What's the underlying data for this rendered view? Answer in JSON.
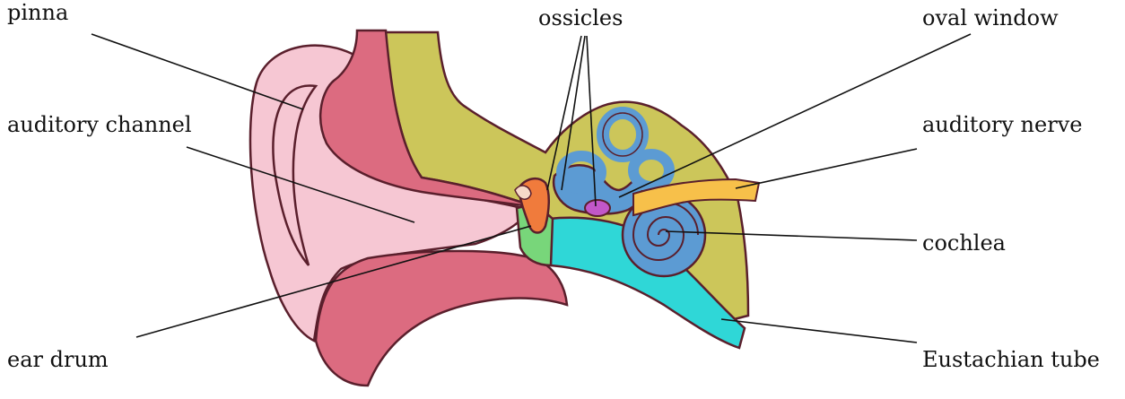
{
  "labels": {
    "pinna": "pinna",
    "ossicles": "ossicles",
    "oval_window": "oval window",
    "auditory_channel": "auditory channel",
    "auditory_nerve": "auditory nerve",
    "cochlea": "cochlea",
    "ear_drum": "ear drum",
    "eustachian_tube": "Eustachian tube"
  },
  "colors": {
    "outline": "#5a1f2c",
    "pinna_pink": "#f6c7d3",
    "outer_red": "#dc6b80",
    "bone_olive": "#ccc65a",
    "inner_blue": "#5c9bd3",
    "eustachian_cyan": "#2fd7d7",
    "eardrum_green": "#78d67a",
    "ossicle_orange": "#f07b3c",
    "nerve_yellow": "#f7c04a",
    "oval_window_purple": "#c257c9",
    "leader_line": "#111111"
  }
}
